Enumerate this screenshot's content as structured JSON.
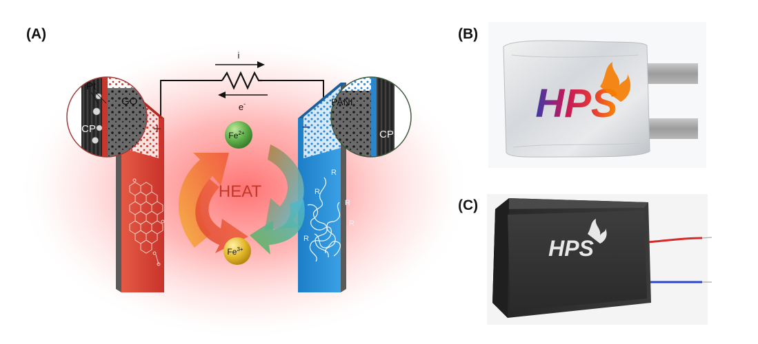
{
  "panels": {
    "a": {
      "label": "(A)"
    },
    "b": {
      "label": "(B)"
    },
    "c": {
      "label": "(C)"
    }
  },
  "diagram": {
    "current_label": "i",
    "electron_label": "e",
    "electron_sup": "-",
    "left_inset": {
      "catalyst": "Pt",
      "coating": "GO",
      "substrate": "CP"
    },
    "right_inset": {
      "coating": "PANI",
      "substrate": "CP"
    },
    "left_polarity": "+",
    "right_polarity": "−",
    "heat_label": "HEAT",
    "ion_top": {
      "base": "Fe",
      "charge": "2+"
    },
    "ion_bottom": {
      "base": "Fe",
      "charge": "3+"
    },
    "polymer_group": "R"
  },
  "logo": {
    "text": "HPS"
  },
  "colors": {
    "left_electrode": "#d9473a",
    "right_electrode": "#2a86cc",
    "fe2_ball": "#5fb04a",
    "fe3_ball": "#e4b92c",
    "heat_text": "#c0392b",
    "circle_left_border": "#a23a3a",
    "circle_right_border": "#3d5a3d"
  }
}
